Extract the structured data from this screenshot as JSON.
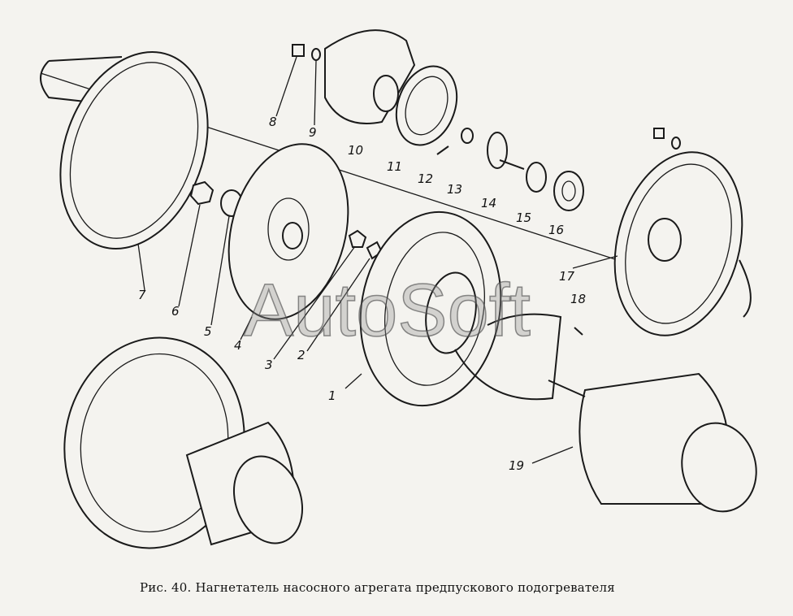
{
  "caption": "Рис. 40. Нагнетатель насосного агрегата предпускового подогревателя",
  "watermark": "AutoSoft",
  "part_labels": [
    "1",
    "2",
    "3",
    "4",
    "5",
    "6",
    "7",
    "8",
    "9",
    "10",
    "11",
    "12",
    "13",
    "14",
    "15",
    "16",
    "17",
    "18",
    "19"
  ]
}
